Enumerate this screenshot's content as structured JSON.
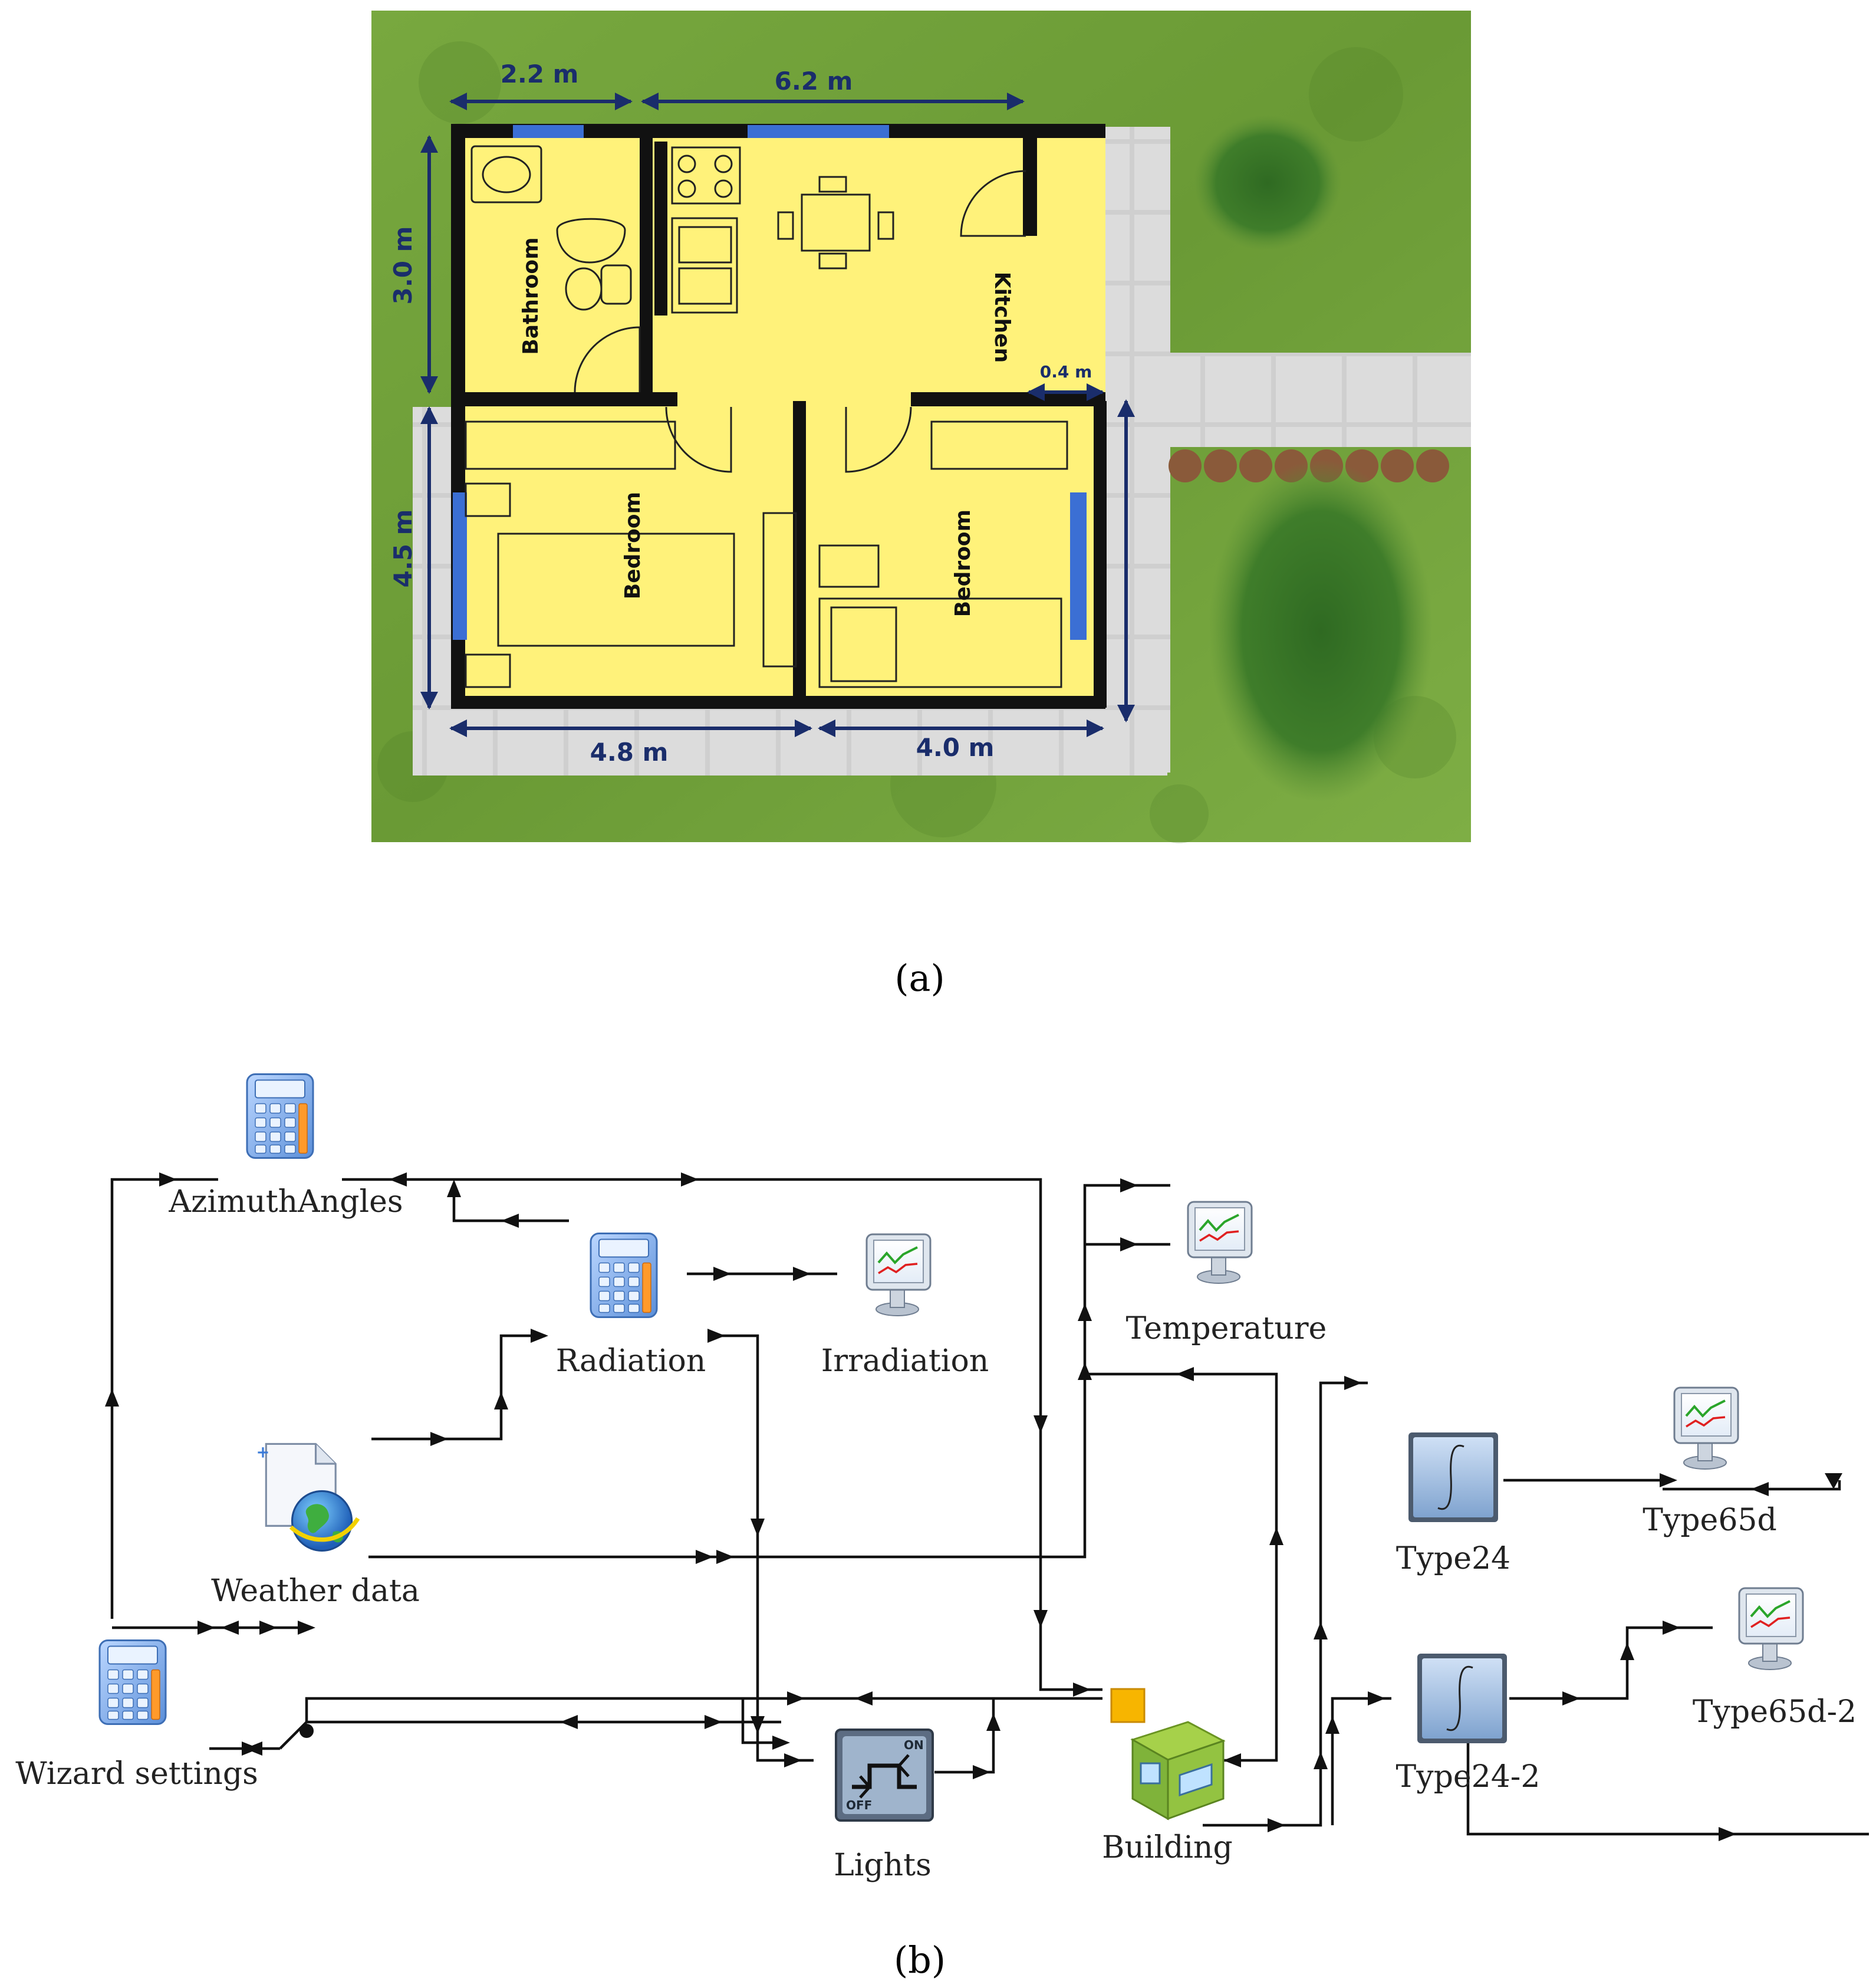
{
  "figure_a": {
    "caption": "(a)",
    "dimensions": {
      "top_left": "2.2 m",
      "top_right": "6.2 m",
      "left_upper": "3.0 m",
      "left_lower": "4.5 m",
      "bottom_left": "4.8 m",
      "bottom_right": "4.0 m",
      "wall_thickness": "0.4 m"
    },
    "rooms": {
      "bathroom": "Bathroom",
      "kitchen": "Kitchen",
      "bedroom_left": "Bedroom",
      "bedroom_right": "Bedroom"
    },
    "colors": {
      "grass": "#6fa23a",
      "floor": "#fff27a",
      "wall": "#111111",
      "window": "#3b6fd4",
      "dimension": "#1a2d6b",
      "paving": "#c8c8c8"
    }
  },
  "figure_b": {
    "caption": "(b)",
    "nodes": {
      "azimuth": {
        "label": "AzimuthAngles",
        "icon": "calculator-icon"
      },
      "radiation": {
        "label": "Radiation",
        "icon": "calculator-icon"
      },
      "irradiation": {
        "label": "Irradiation",
        "icon": "monitor-chart-icon"
      },
      "temperature": {
        "label": "Temperature",
        "icon": "monitor-chart-icon"
      },
      "weather": {
        "label": "Weather data",
        "icon": "weather-globe-icon"
      },
      "wizard": {
        "label": "Wizard settings",
        "icon": "calculator-icon"
      },
      "lights": {
        "label": "Lights",
        "icon": "on-off-switch-icon",
        "on_text": "ON",
        "off_text": "OFF"
      },
      "building": {
        "label": "Building",
        "icon": "building-cube-icon"
      },
      "type24": {
        "label": "Type24",
        "icon": "integrator-icon"
      },
      "type24_2": {
        "label": "Type24-2",
        "icon": "integrator-icon"
      },
      "type65d": {
        "label": "Type65d",
        "icon": "monitor-chart-icon"
      },
      "type65d_2": {
        "label": "Type65d-2",
        "icon": "monitor-chart-icon"
      }
    }
  }
}
